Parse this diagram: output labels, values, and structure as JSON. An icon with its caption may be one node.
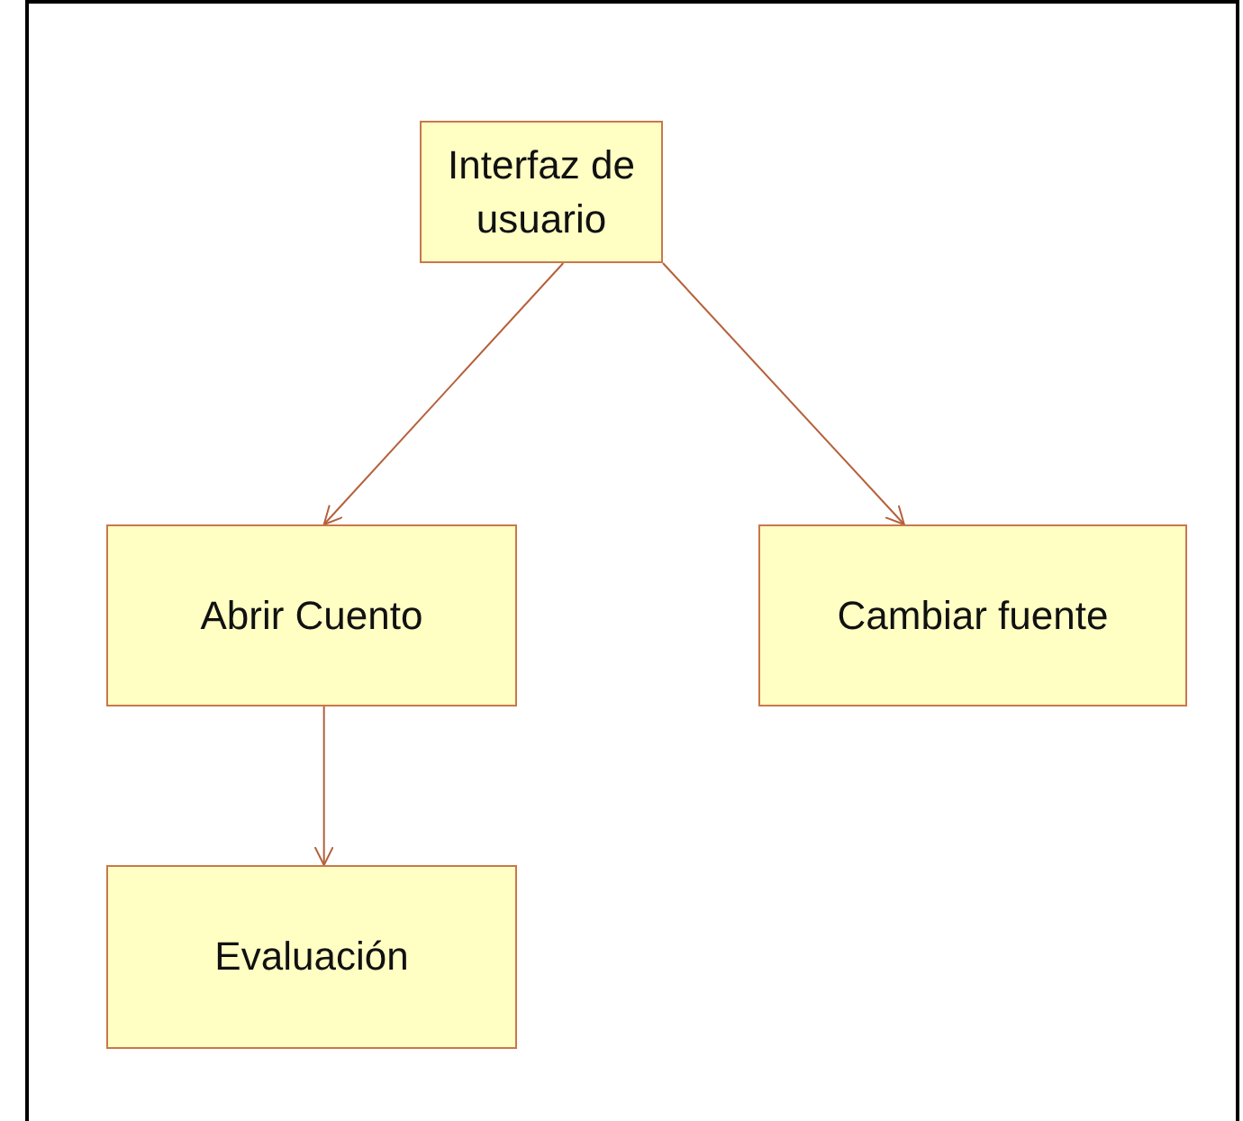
{
  "diagram": {
    "nodes": [
      {
        "text": [
          "Interfaz de usuario"
        ]
      },
      {
        "text": [
          "Abrir Cuento"
        ]
      },
      {
        "text": [
          "Cambiar fuente"
        ]
      },
      {
        "text": [
          "Evaluación"
        ]
      }
    ],
    "edges": [
      {
        "from": 0,
        "to": 1,
        "arrow": "to"
      },
      {
        "from": 0,
        "to": 2,
        "arrow": "to"
      },
      {
        "from": 1,
        "to": 3,
        "arrow": "to"
      }
    ]
  }
}
